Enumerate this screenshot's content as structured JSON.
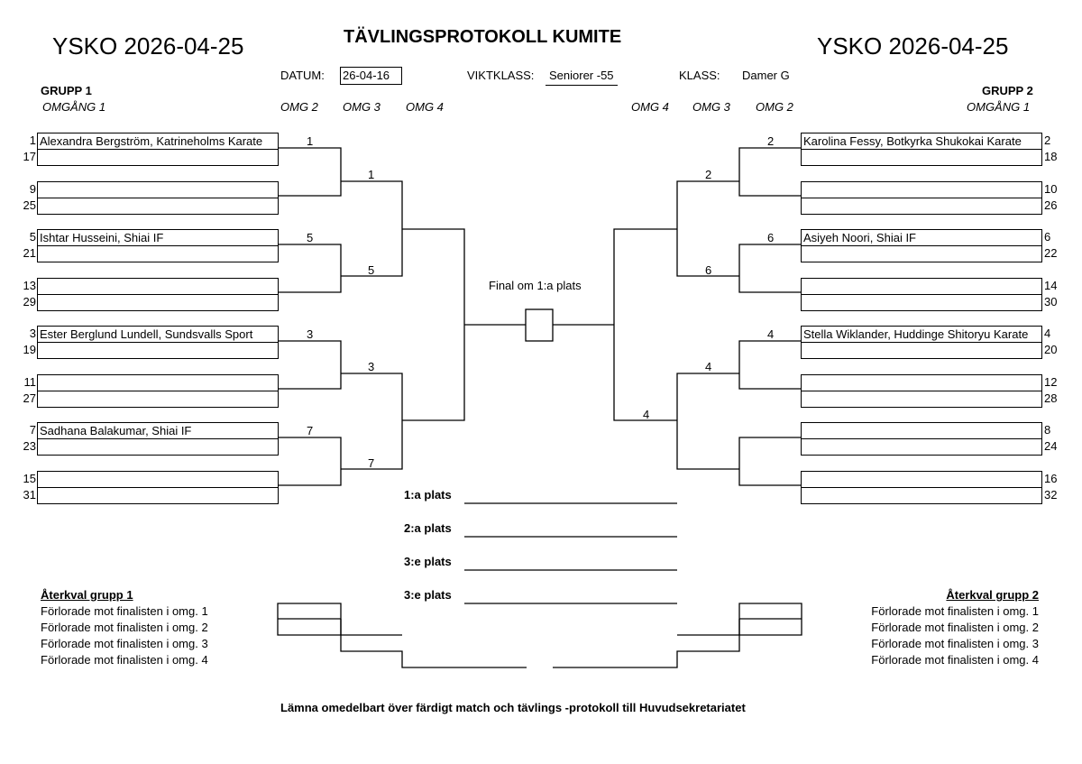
{
  "header": {
    "org_date_left": "YSKO 2026-04-25",
    "org_date_right": "YSKO 2026-04-25",
    "title": "TÄVLINGSPROTOKOLL KUMITE",
    "datum_label": "DATUM:",
    "datum_value": "26-04-16",
    "viktklass_label": "VIKTKLASS:",
    "viktklass_value": "Seniorer -55",
    "klass_label": "KLASS:",
    "klass_value": "Damer G"
  },
  "group1": {
    "label": "GRUPP 1",
    "round_labels": [
      "OMGÅNG 1",
      "OMG 2",
      "OMG 3",
      "OMG 4"
    ],
    "seeds": [
      "1",
      "17",
      "9",
      "25",
      "5",
      "21",
      "13",
      "29",
      "3",
      "19",
      "11",
      "27",
      "7",
      "23",
      "15",
      "31"
    ],
    "competitors": [
      "Alexandra Bergström, Katrineholms Karate",
      "",
      "",
      "",
      "Ishtar Husseini, Shiai IF",
      "",
      "",
      "",
      "Ester Berglund Lundell, Sundsvalls Sport",
      "",
      "",
      "",
      "Sadhana Balakumar, Shiai IF",
      "",
      "",
      ""
    ],
    "omg2_results": [
      "1",
      "5",
      "3",
      "7"
    ],
    "omg3_results": [
      "1",
      "5",
      "3",
      "7"
    ],
    "aterkval_title": "Återkval grupp 1"
  },
  "group2": {
    "label": "GRUPP 2",
    "round_labels": [
      "OMGÅNG 1",
      "OMG 2",
      "OMG 3",
      "OMG 4"
    ],
    "seeds": [
      "2",
      "18",
      "10",
      "26",
      "6",
      "22",
      "14",
      "30",
      "4",
      "20",
      "12",
      "28",
      "8",
      "24",
      "16",
      "32"
    ],
    "competitors": [
      "Karolina Fessy, Botkyrka Shukokai Karate",
      "",
      "",
      "",
      "Asiyeh Noori, Shiai IF",
      "",
      "",
      "",
      "Stella Wiklander, Huddinge Shitoryu Karate",
      "",
      "",
      "",
      "",
      "",
      "",
      ""
    ],
    "omg2_results": [
      "2",
      "6",
      "4",
      ""
    ],
    "omg3_results": [
      "2",
      "4"
    ],
    "omg4_result": "4",
    "aterkval_title": "Återkval grupp 2"
  },
  "final": {
    "label": "Final om 1:a plats"
  },
  "placements": [
    "1:a plats",
    "2:a plats",
    "3:e plats",
    "3:e plats"
  ],
  "aterkval_rows": [
    "Förlorade mot finalisten i omg. 1",
    "Förlorade mot finalisten i omg. 2",
    "Förlorade mot finalisten i omg. 3",
    "Förlorade mot finalisten i omg. 4"
  ],
  "footer": "Lämna omedelbart över färdigt match och tävlings -protokoll till Huvudsekretariatet"
}
